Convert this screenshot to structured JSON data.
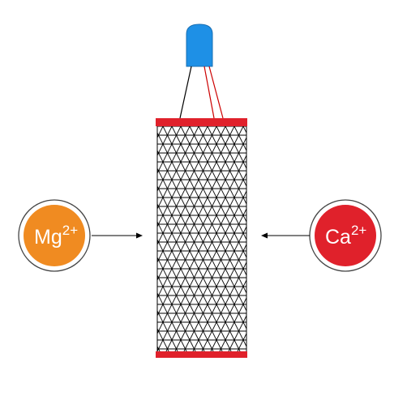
{
  "diagram": {
    "ions": {
      "left": {
        "symbol": "Mg",
        "charge": "2+",
        "fill": "#f08b21"
      },
      "right": {
        "symbol": "Ca",
        "charge": "2+",
        "fill": "#e0212b"
      }
    },
    "colors": {
      "bulb": "#1e90e6",
      "bulb_stroke": "#1a6fb3",
      "caps": "#e0212b",
      "wire_black": "#000000",
      "wire_red": "#cc0000",
      "mesh": "#000000",
      "arrows": "#000000",
      "ring": "#ffffff",
      "ring_stroke": "#444444"
    },
    "icons": [
      "lamp-icon",
      "mesh-cylinder",
      "arrow-right-icon",
      "arrow-left-icon"
    ]
  }
}
